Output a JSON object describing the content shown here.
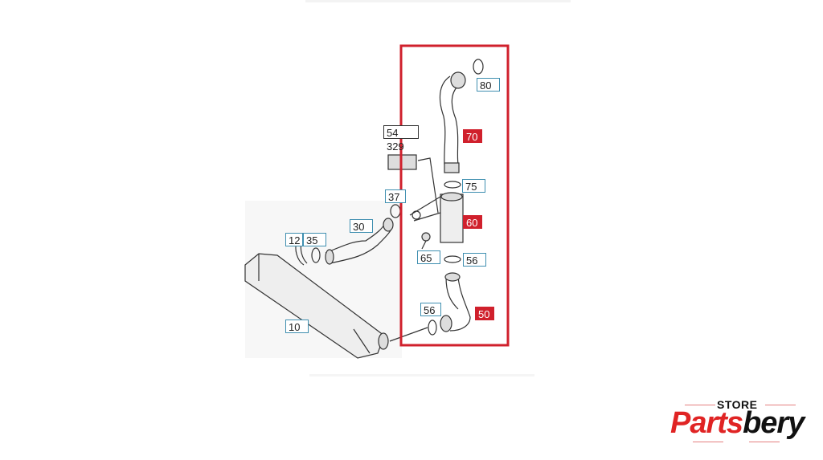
{
  "diagram": {
    "labels": {
      "l80": "80",
      "l70": "70",
      "l54329": "54 329",
      "l75": "75",
      "l37": "37",
      "l60": "60",
      "l30": "30",
      "l12": "12",
      "l35": "35",
      "l65": "65",
      "l56a": "56",
      "l56b": "56",
      "l50": "50",
      "l10": "10"
    },
    "highlight_color": "#d0202c"
  },
  "logo": {
    "store": "STORE",
    "brand_red": "Parts",
    "brand_black": "bery"
  }
}
